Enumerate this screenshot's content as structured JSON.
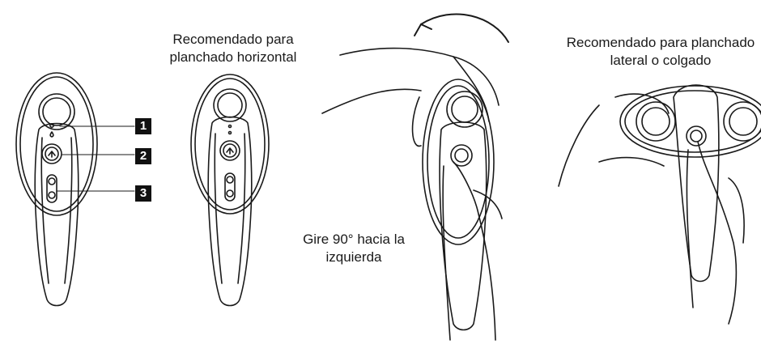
{
  "captions": {
    "horizontal": [
      "Recomendado para",
      "planchado horizontal"
    ],
    "vertical": [
      "Recomendado para planchado",
      "lateral o colgado"
    ],
    "rotate": [
      "Gire 90° hacia la",
      "izquierda"
    ]
  },
  "callouts": [
    "1",
    "2",
    "3"
  ],
  "colors": {
    "line": "#1a1a1a",
    "badge": "#111111"
  }
}
